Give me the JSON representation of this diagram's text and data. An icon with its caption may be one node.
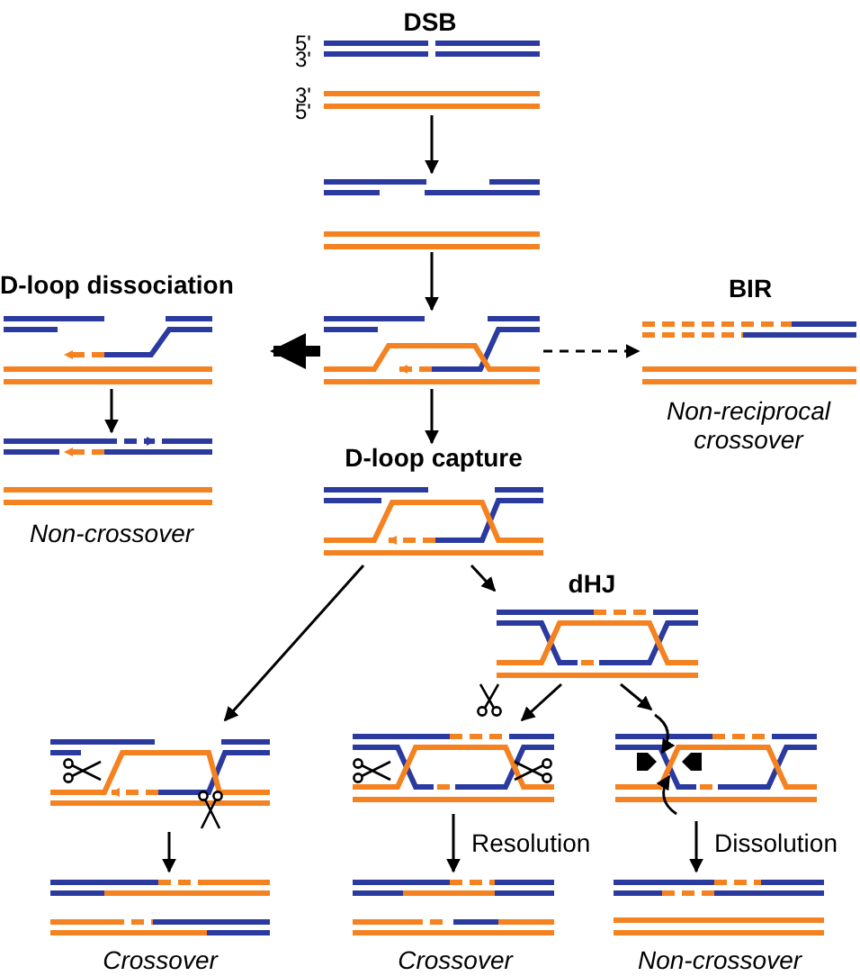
{
  "diagram": {
    "nodes": [
      {
        "text": [
          "DSB"
        ],
        "beside": [
          "5'",
          "3'",
          "3'",
          "5'"
        ]
      },
      {
        "text": [],
        "shape": "picture"
      },
      {
        "text": [],
        "shape": "picture"
      },
      {
        "text": [
          "D-loop dissociation"
        ]
      },
      {
        "text": [
          "Non-crossover"
        ]
      },
      {
        "text": [
          "BIR",
          "Non-reciprocal crossover"
        ]
      },
      {
        "text": [
          "D-loop capture"
        ]
      },
      {
        "text": [
          "dHJ"
        ]
      },
      {
        "text": [],
        "shape": "picture"
      },
      {
        "text": [
          "Crossover"
        ]
      },
      {
        "text": [],
        "shape": "picture"
      },
      {
        "text": [
          "Crossover"
        ]
      },
      {
        "text": [],
        "shape": "picture"
      },
      {
        "text": [
          "Non-crossover"
        ]
      }
    ],
    "edges": [
      {
        "from": 0,
        "to": 1,
        "arrow": "to"
      },
      {
        "from": 1,
        "to": 2,
        "arrow": "to"
      },
      {
        "from": 2,
        "to": 3,
        "arrow": "to",
        "style": "thick"
      },
      {
        "from": 2,
        "to": 5,
        "arrow": "to",
        "style": "dashed"
      },
      {
        "from": 3,
        "to": 4,
        "arrow": "to"
      },
      {
        "from": 2,
        "to": 6,
        "arrow": "to"
      },
      {
        "from": 6,
        "to": 8,
        "arrow": "to"
      },
      {
        "from": 6,
        "to": 7,
        "arrow": "to"
      },
      {
        "from": 7,
        "to": 10,
        "arrow": "to"
      },
      {
        "from": 7,
        "to": 12,
        "arrow": "to"
      },
      {
        "from": 8,
        "to": 9,
        "arrow": "to"
      },
      {
        "from": 10,
        "to": 11,
        "arrow": "to",
        "label": "Resolution"
      },
      {
        "from": 12,
        "to": 13,
        "arrow": "to",
        "label": "Dissolution"
      }
    ]
  }
}
